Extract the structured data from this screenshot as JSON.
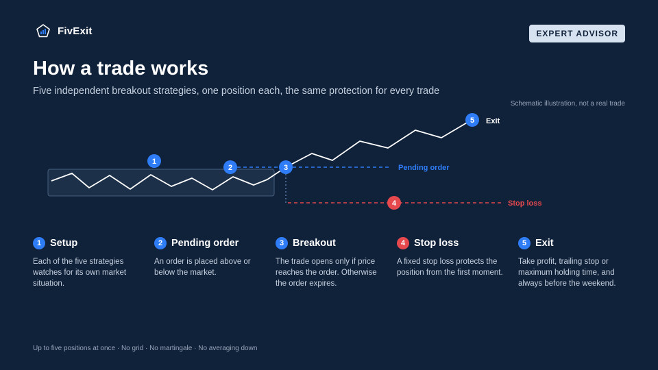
{
  "brand": {
    "name": "FivExit"
  },
  "badge": "EXPERT ADVISOR",
  "title": "How a trade works",
  "subtitle": "Five independent breakout strategies, one position each, the same protection for every trade",
  "disclaimer": "Schematic illustration, not a real trade",
  "diagram": {
    "markers": [
      "1",
      "2",
      "3",
      "4",
      "5"
    ],
    "pending_label": "Pending order",
    "stop_label": "Stop loss",
    "exit_label": "Exit"
  },
  "steps": [
    {
      "num": "1",
      "title": "Setup",
      "text": "Each of the five strategies watches for its own market situation."
    },
    {
      "num": "2",
      "title": "Pending order",
      "text": "An order is placed above or below the market."
    },
    {
      "num": "3",
      "title": "Breakout",
      "text": "The trade opens only if price reaches the order. Otherwise the order expires."
    },
    {
      "num": "4",
      "title": "Stop loss",
      "text": "A fixed stop loss protects the position from the first moment."
    },
    {
      "num": "5",
      "title": "Exit",
      "text": "Take profit, trailing stop or maximum holding time, and always before the weekend."
    }
  ],
  "footer": "Up to five positions at once · No grid · No martingale · No averaging down",
  "colors": {
    "background": "#10213a",
    "accent_blue": "#2f7df6",
    "accent_red": "#e5484d",
    "badge_bg": "#d6e2f0"
  }
}
